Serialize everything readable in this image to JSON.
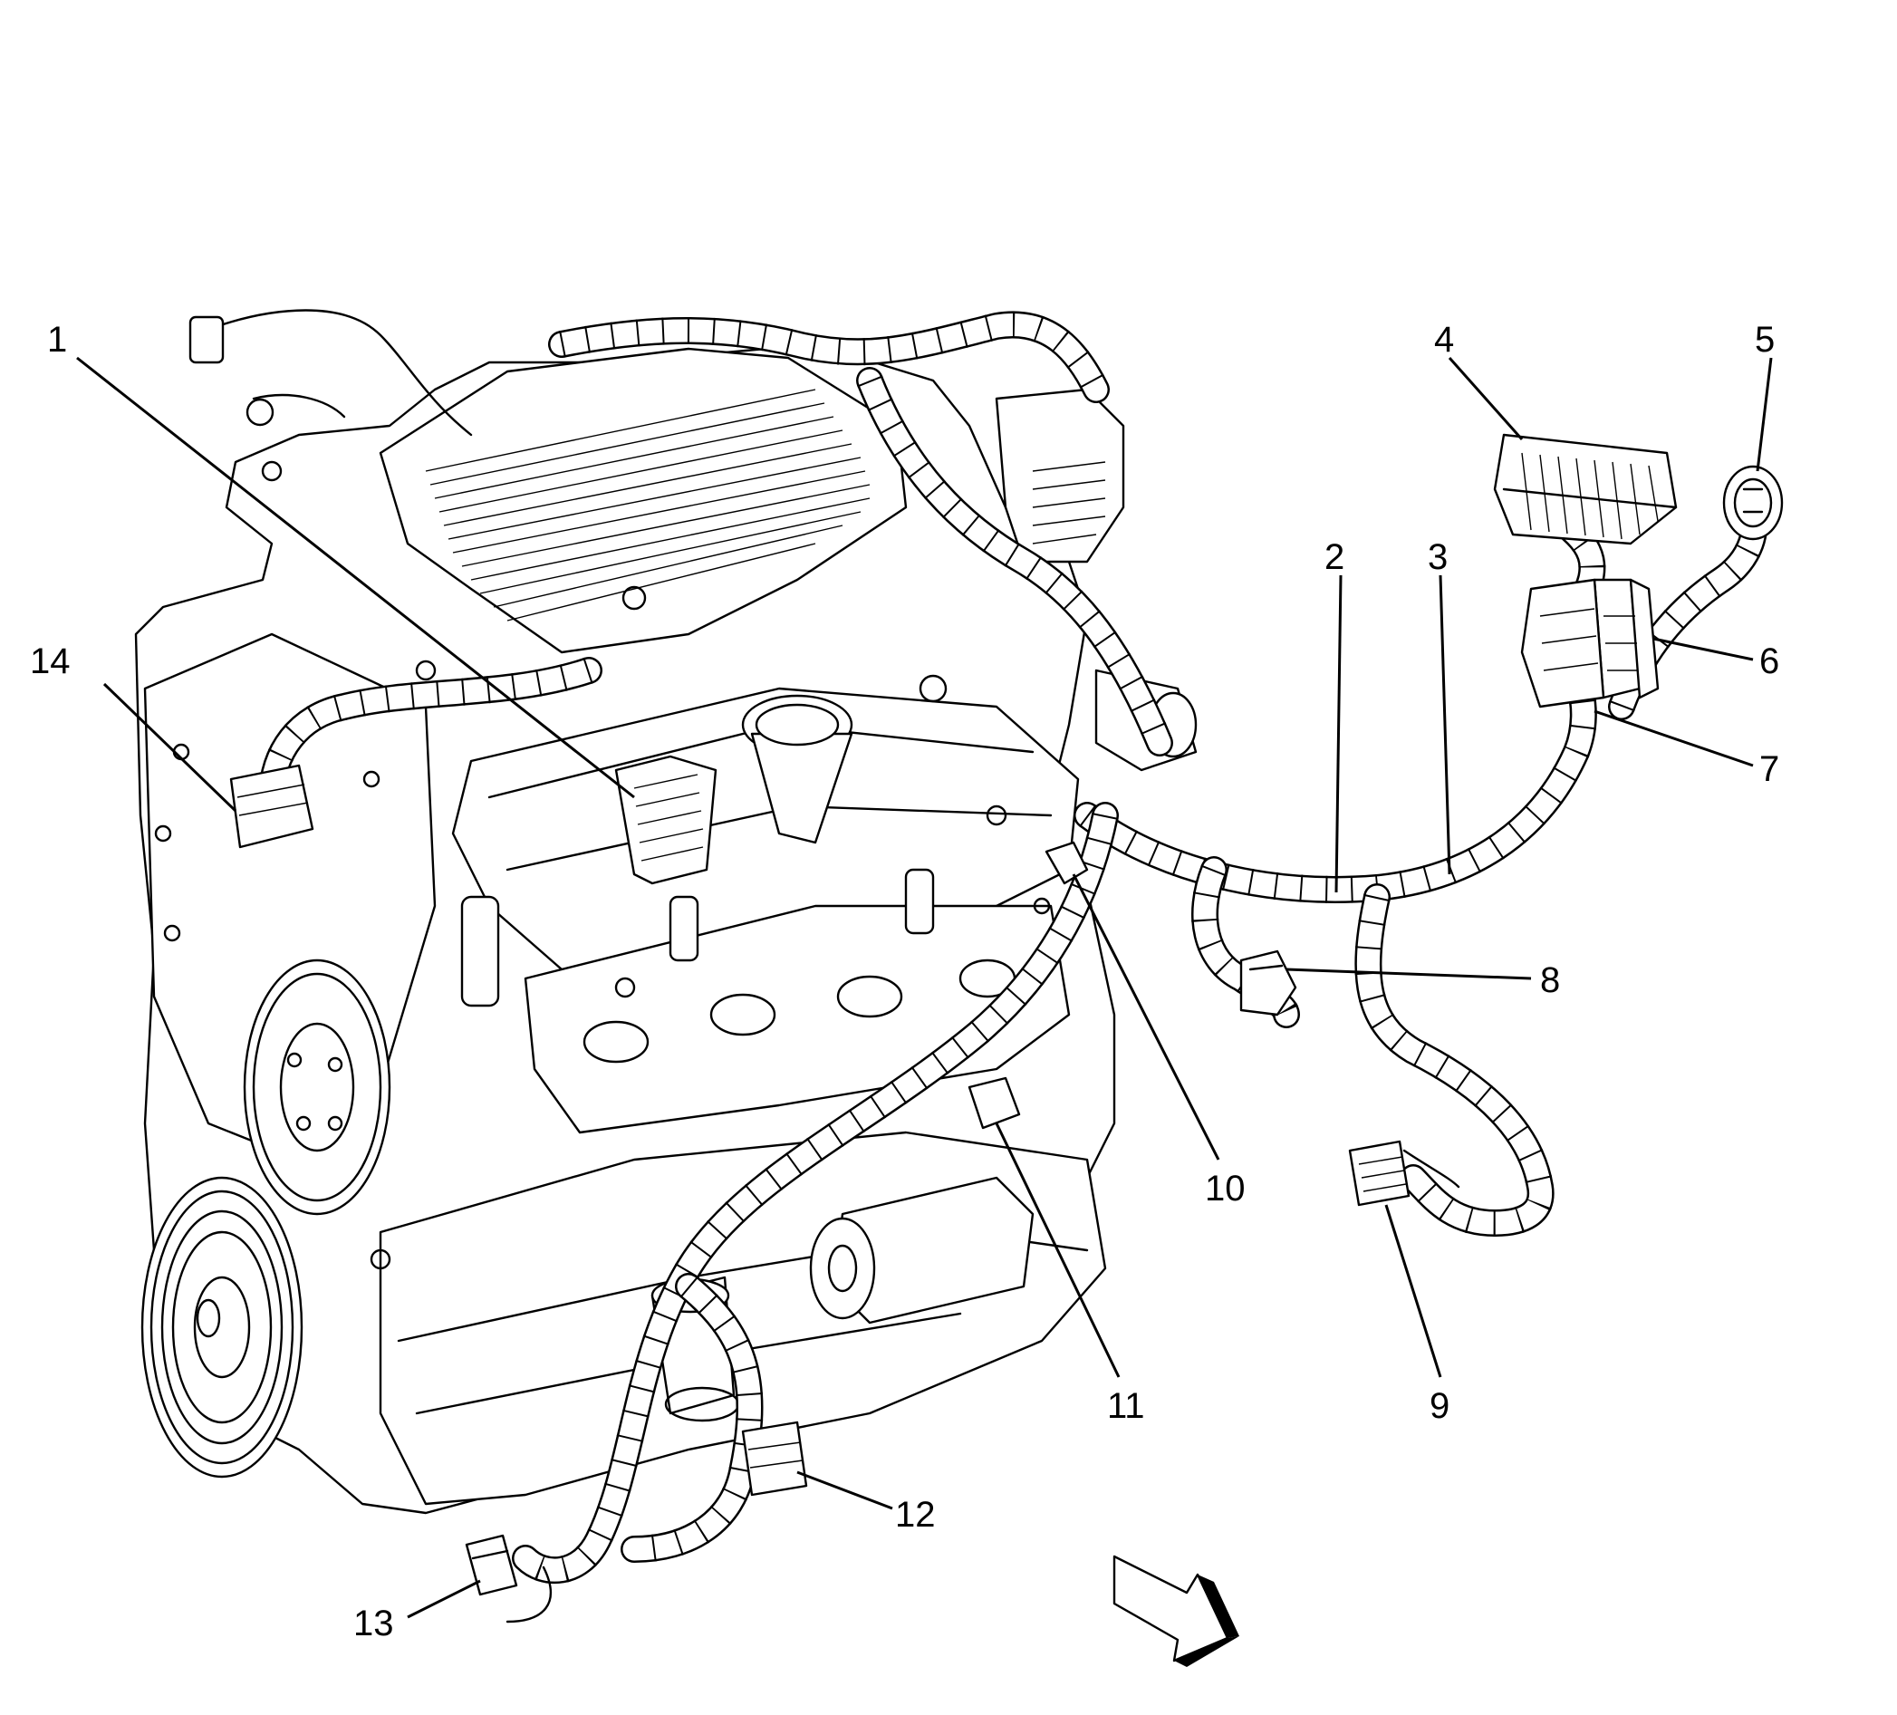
{
  "callouts": [
    {
      "id": "1",
      "label": "1"
    },
    {
      "id": "2",
      "label": "2"
    },
    {
      "id": "3",
      "label": "3"
    },
    {
      "id": "4",
      "label": "4"
    },
    {
      "id": "5",
      "label": "5"
    },
    {
      "id": "6",
      "label": "6"
    },
    {
      "id": "7",
      "label": "7"
    },
    {
      "id": "8",
      "label": "8"
    },
    {
      "id": "9",
      "label": "9"
    },
    {
      "id": "10",
      "label": "10"
    },
    {
      "id": "11",
      "label": "11"
    },
    {
      "id": "12",
      "label": "12"
    },
    {
      "id": "13",
      "label": "13"
    },
    {
      "id": "14",
      "label": "14"
    }
  ],
  "icons": {
    "engine": "engine-block-drawing",
    "harness": "wiring-harness-drawing",
    "direction": "front-view-arrow-icon"
  }
}
